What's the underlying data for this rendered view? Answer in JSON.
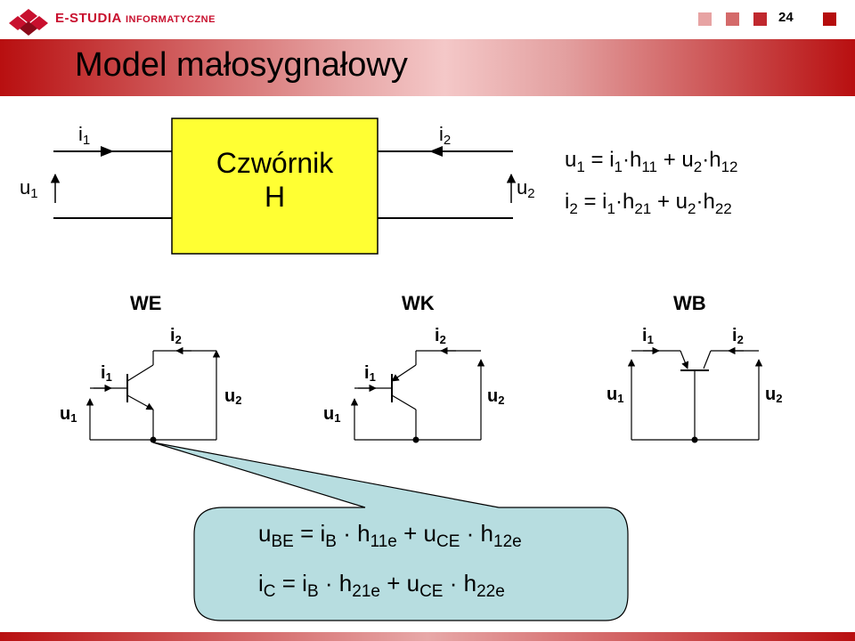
{
  "header": {
    "logo_main": "E-STUDIA",
    "logo_sub": "INFORMATYCZNE",
    "page_number": "24",
    "squares_colors": [
      "#e7a3a3",
      "#d46a6a",
      "#c0282e",
      "#b50d0d"
    ]
  },
  "slide": {
    "title": "Model małosygnałowy"
  },
  "quadripole": {
    "line1": "Czwórnik",
    "line2": "H",
    "box_color": "#ffff33",
    "input_current": {
      "sym": "i",
      "sub": "1"
    },
    "output_current": {
      "sym": "i",
      "sub": "2"
    },
    "input_voltage": {
      "sym": "u",
      "sub": "1"
    },
    "output_voltage": {
      "sym": "u",
      "sub": "2"
    }
  },
  "equations": [
    {
      "lhs": "u",
      "lhs_sub": "1",
      "eq": "=",
      "t1": "i",
      "t1_sub": "1",
      "dot1": "·",
      "h1": "h",
      "h1_sub": "11",
      "plus": "+",
      "t2": "u",
      "t2_sub": "2",
      "dot2": "·",
      "h2": "h",
      "h2_sub": "12"
    },
    {
      "lhs": "i",
      "lhs_sub": "2",
      "eq": "=",
      "t1": "i",
      "t1_sub": "1",
      "dot1": "·",
      "h1": "h",
      "h1_sub": "21",
      "plus": "+",
      "t2": "u",
      "t2_sub": "2",
      "dot2": "·",
      "h2": "h",
      "h2_sub": "22"
    }
  ],
  "configs": [
    {
      "name": "WE",
      "i1": "i",
      "i1_sub": "1",
      "i2": "i",
      "i2_sub": "2",
      "u1": "u",
      "u1_sub": "1",
      "u2": "u",
      "u2_sub": "2"
    },
    {
      "name": "WK",
      "i1": "i",
      "i1_sub": "1",
      "i2": "i",
      "i2_sub": "2",
      "u1": "u",
      "u1_sub": "1",
      "u2": "u",
      "u2_sub": "2"
    },
    {
      "name": "WB",
      "i1": "i",
      "i1_sub": "1",
      "i2": "i",
      "i2_sub": "2",
      "u1": "u",
      "u1_sub": "1",
      "u2": "u",
      "u2_sub": "2"
    }
  ],
  "callout": {
    "color": "#b7dde0",
    "eq1": {
      "lhs": "u",
      "lhs_sub": "BE",
      "eq": "=",
      "t1": "i",
      "t1_sub": "B",
      "dot1": "·",
      "h1": "h",
      "h1_sub": "11e",
      "plus": "+",
      "t2": "u",
      "t2_sub": "CE",
      "dot2": "·",
      "h2": "h",
      "h2_sub": "12e"
    },
    "eq2": {
      "lhs": "i",
      "lhs_sub": "C",
      "eq": "=",
      "t1": "i",
      "t1_sub": "B",
      "dot1": "·",
      "h1": "h",
      "h1_sub": "21e",
      "plus": "+",
      "t2": "u",
      "t2_sub": "CE",
      "dot2": "·",
      "h2": "h",
      "h2_sub": "22e"
    }
  }
}
